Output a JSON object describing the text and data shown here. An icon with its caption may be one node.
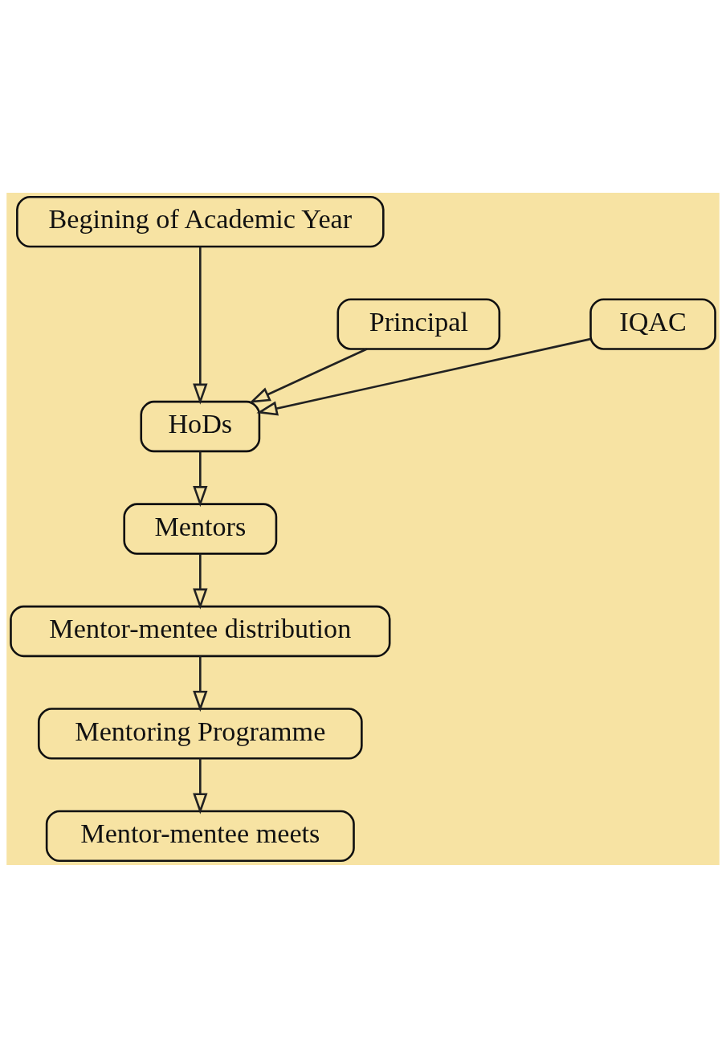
{
  "diagram": {
    "nodes": [
      {
        "text": [
          "Begining of Academic Year"
        ]
      },
      {
        "text": [
          "Principal"
        ]
      },
      {
        "text": [
          "IQAC"
        ]
      },
      {
        "text": [
          "HoDs"
        ]
      },
      {
        "text": [
          "Mentors"
        ]
      },
      {
        "text": [
          "Mentor-mentee distribution"
        ]
      },
      {
        "text": [
          "Mentoring Programme"
        ]
      },
      {
        "text": [
          "Mentor-mentee meets"
        ]
      }
    ],
    "edges": [
      {
        "from": 0,
        "to": 3,
        "arrow": "to"
      },
      {
        "from": 1,
        "to": 3,
        "arrow": "to"
      },
      {
        "from": 2,
        "to": 3,
        "arrow": "to"
      },
      {
        "from": 3,
        "to": 4,
        "arrow": "to"
      },
      {
        "from": 4,
        "to": 5,
        "arrow": "to"
      },
      {
        "from": 5,
        "to": 6,
        "arrow": "to"
      },
      {
        "from": 6,
        "to": 7,
        "arrow": "to"
      }
    ]
  }
}
